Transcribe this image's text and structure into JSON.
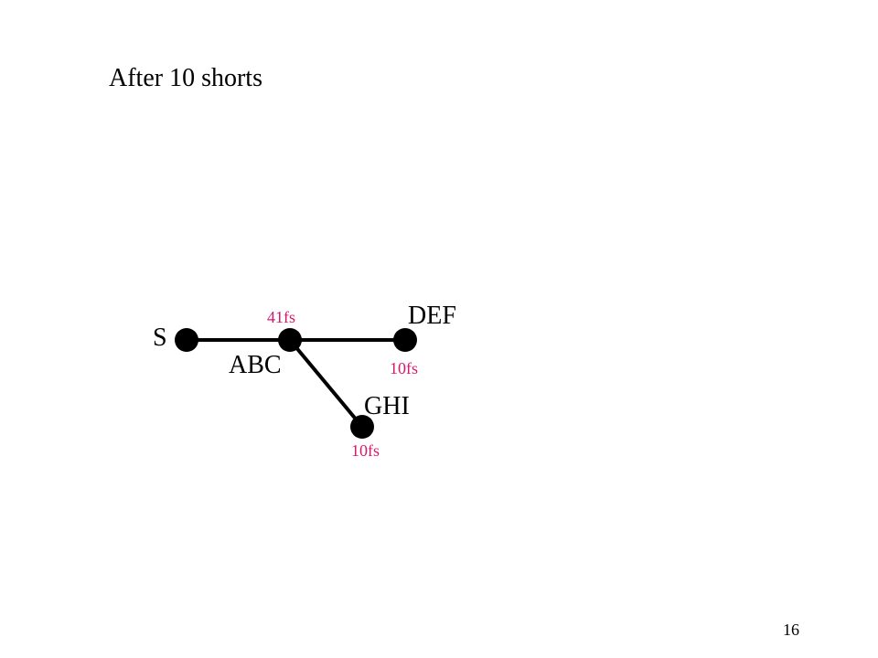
{
  "slide": {
    "title": "After 10 shorts",
    "page_number": "16"
  },
  "colors": {
    "text": "#000000",
    "count_label": "#d6196b",
    "background": "#ffffff"
  },
  "graph": {
    "nodes": [
      {
        "id": "S",
        "label": "S"
      },
      {
        "id": "ABC",
        "label": "ABC",
        "count": "41fs"
      },
      {
        "id": "DEF",
        "label": "DEF",
        "count": "10fs"
      },
      {
        "id": "GHI",
        "label": "GHI",
        "count": "10fs"
      }
    ],
    "edges": [
      {
        "from": "S",
        "to": "ABC"
      },
      {
        "from": "ABC",
        "to": "DEF"
      },
      {
        "from": "ABC",
        "to": "GHI"
      }
    ]
  }
}
